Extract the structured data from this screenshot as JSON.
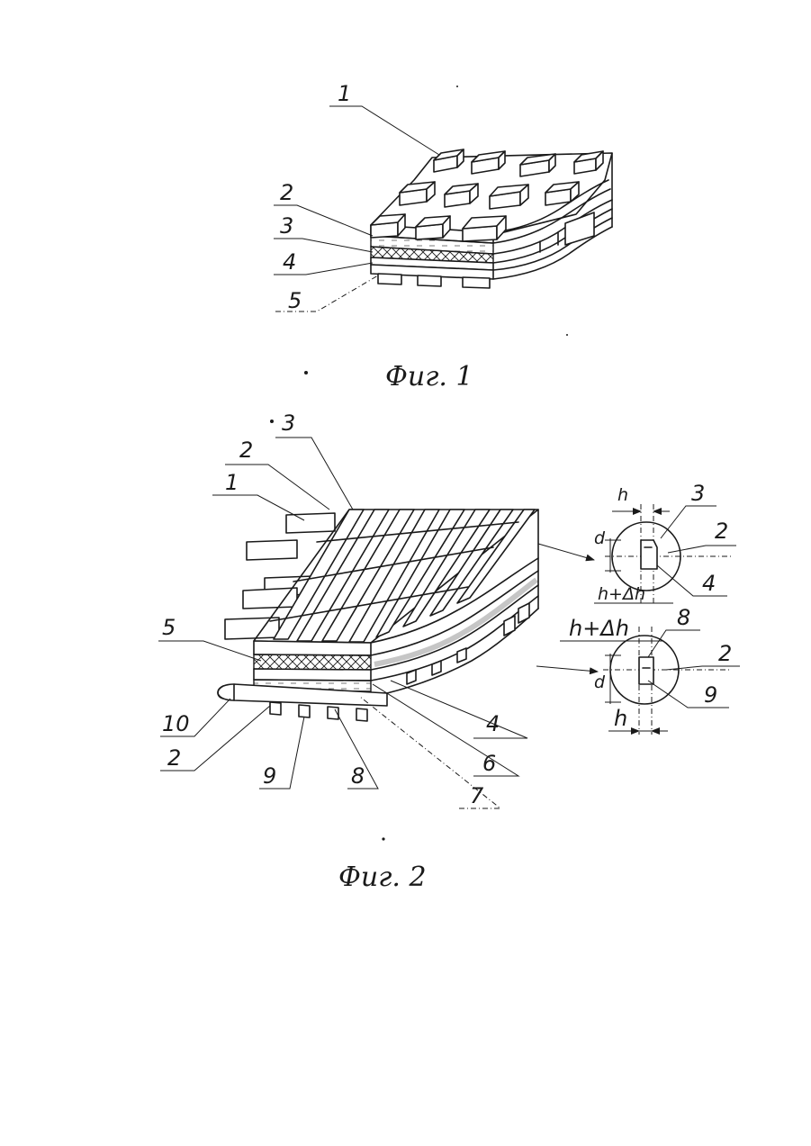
{
  "fig1": {
    "caption": "Фиг. 1",
    "labels": [
      "1",
      "2",
      "3",
      "4",
      "5"
    ]
  },
  "fig2": {
    "caption": "Фиг. 2",
    "labels": [
      "3",
      "2",
      "1",
      "5",
      "10",
      "2",
      "9",
      "8",
      "7",
      "6",
      "4"
    ]
  },
  "detail_top": {
    "labels": [
      "h",
      "3",
      "d",
      "2",
      "h+Δh",
      "4"
    ]
  },
  "detail_bottom": {
    "labels": [
      "h+Δh",
      "8",
      "2",
      "d",
      "9",
      "h"
    ]
  }
}
